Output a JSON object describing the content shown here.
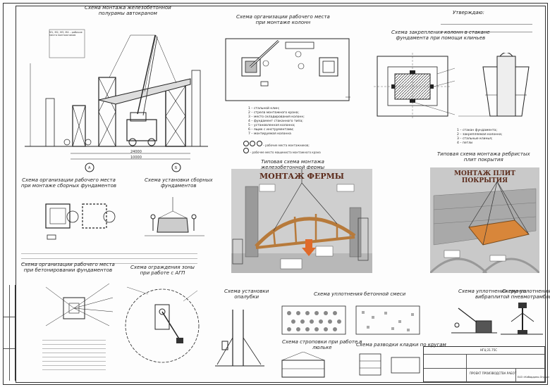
{
  "approval": {
    "label": "Утверждаю:"
  },
  "panels": {
    "crane_mounting": {
      "title_1": "Схема монтажа железобетонной",
      "title_2": "полурамы автокраном",
      "dim_1": "24000",
      "dim_2": "10000",
      "axis_a": "А",
      "axis_b": "Б",
      "note": "М1, М2, М3, М4 – рабочие места монтажников"
    },
    "column_workplace": {
      "title_1": "Схема организации рабочего места",
      "title_2": "при монтаже колонн"
    },
    "column_fixing": {
      "title_1": "Схема закрепления колонн в стакане",
      "title_2": "фундамента при помощи клиньев"
    },
    "column_legend": [
      "1 – стальной клин;",
      "2 – стрела монтажного крана;",
      "3 – место складирования колонн;",
      "4 – фундамент стаканного типа;",
      "5 – установленная колонна;",
      "6 – ящик с инструментами;",
      "7 – монтируемая колонна"
    ],
    "workplace_note_1": "– рабочие места монтажников;",
    "workplace_note_2": "– рабочее место машиниста монтажного крана",
    "fixing_legend": [
      "1 – стакан фундамента;",
      "2 – закрепляемая колонна;",
      "3 – стальные клинья;",
      "4 – петли"
    ],
    "truss_title_1": "Типовая схема монтажа",
    "truss_title_2": "железобетонной фермы",
    "truss_photo_title": "МОНТАЖ ФЕРМЫ",
    "slab_title_1": "Типовая схема монтажа ребристых",
    "slab_title_2": "плит покрытия",
    "slab_photo_title": "МОНТАЖ ПЛИТ ПОКРЫТИЯ",
    "foundation_workplace": {
      "title_1": "Схема организации рабочего места",
      "title_2": "при монтаже сборных фундаментов"
    },
    "foundation_install": {
      "title_1": "Схема установки сборных",
      "title_2": "фундаментов"
    },
    "concrete_workplace": {
      "title_1": "Схема организации рабочего места",
      "title_2": "при бетонировании фундаментов"
    },
    "danger_zone": {
      "title_1": "Схема ограждения зоны",
      "title_2": "при работе с АГП"
    },
    "formwork_install": {
      "title_1": "Схема установки",
      "title_2": "опалубки"
    },
    "concrete_compaction": {
      "title": "Схема уплотнения бетонной смеси"
    },
    "cradle": {
      "title_1": "Схема строповки при работе в",
      "title_2": "люльке"
    },
    "brick_laying": {
      "title": "Схема разводки кладки по кругам"
    },
    "vibro_1": {
      "title_1": "Схема уплотнения грунта",
      "title_2": "вибраплитой"
    },
    "vibro_2": {
      "title_1": "Схема уплотнения грунта",
      "title_2": "пневмотрамбовкой"
    }
  },
  "stamp": {
    "code": "НГЦ 21.75С",
    "project": "ПРОЕКТ ПРОИЗВОДСТВА РАБОТ",
    "org": "ЕАЗ «Кабардино-Оград»"
  }
}
